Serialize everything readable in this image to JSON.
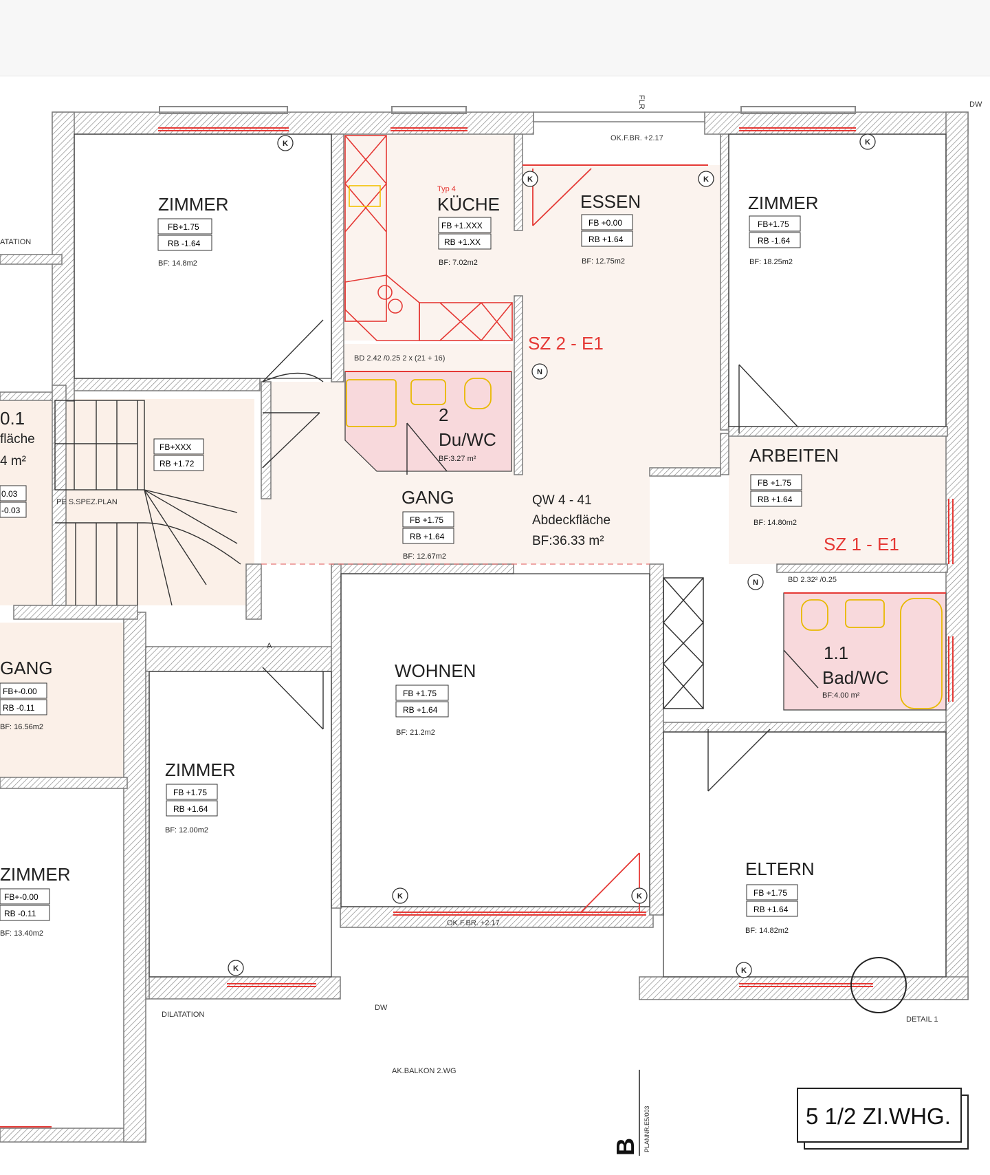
{
  "plan": {
    "title": "5 1/2 ZI.WHG.",
    "section_marker": "B",
    "section_sub": "PLANNR.E5/003",
    "notes": {
      "dw_top": "DW",
      "dw_bottom": "DW",
      "flr": "FLR",
      "dilatation_left": "ATATION",
      "dilatation_bottom": "DILATATION",
      "detail": "DETAIL 1",
      "balkon": "AK.BALKON  2.WG",
      "ok_fbr_top": "OK.F.BR. +2.17",
      "ok_fbr_bottom": "OK.F.BR. +2.17",
      "stair_plan": "PE S.SPEZ.PLAN",
      "typ": "Typ 4",
      "a_mark": "A",
      "bd_du": "BD 2.42 /0.25      2 x (21 + 16)",
      "bd_bad": "BD 2.32² /0.25",
      "n_mark": "N",
      "k_mark": "K"
    },
    "zones": {
      "sz2": "SZ 2 - E1",
      "sz1": "SZ 1 - E1",
      "qw_title": "QW 4 - 41",
      "qw_sub": "Abdeckfläche",
      "qw_bf": "BF:36.33 m²"
    },
    "rooms": {
      "zimmer_nw": {
        "name": "ZIMMER",
        "fb": "FB+1.75",
        "rb": "RB -1.64",
        "bf": "BF: 14.8m2"
      },
      "kueche": {
        "name": "KÜCHE",
        "fb": "FB +1.XXX",
        "rb": "RB +1.XX",
        "bf": "BF: 7.02m2"
      },
      "essen": {
        "name": "ESSEN",
        "fb": "FB +0.00",
        "rb": "RB +1.64",
        "bf": "BF: 12.75m2"
      },
      "zimmer_ne": {
        "name": "ZIMMER",
        "fb": "FB+1.75",
        "rb": "RB -1.64",
        "bf": "BF: 18.25m2"
      },
      "stair": {
        "name": "",
        "fb": "FB+XXX",
        "rb": "RB +1.72"
      },
      "left_partial": {
        "name": "0.1",
        "sub": "fläche",
        "area": "4 m²",
        "fb": "0.03",
        "rb": "-0.03"
      },
      "duwc": {
        "num": "2",
        "name": "Du/WC",
        "bf": "BF:3.27 m²"
      },
      "gang": {
        "name": "GANG",
        "fb": "FB +1.75",
        "rb": "RB +1.64",
        "bf": "BF: 12.67m2"
      },
      "arbeiten": {
        "name": "ARBEITEN",
        "fb": "FB +1.75",
        "rb": "RB +1.64",
        "bf": "BF: 14.80m2"
      },
      "badwc": {
        "num": "1.1",
        "name": "Bad/WC",
        "bf": "BF:4.00 m²"
      },
      "gang_left": {
        "name": "GANG",
        "fb": "FB+-0.00",
        "rb": "RB -0.11",
        "bf": "BF: 16.56m2"
      },
      "wohnen": {
        "name": "WOHNEN",
        "fb": "FB +1.75",
        "rb": "RB +1.64",
        "bf": "BF: 21.2m2"
      },
      "zimmer_sw": {
        "name": "ZIMMER",
        "fb": "FB +1.75",
        "rb": "RB +1.64",
        "bf": "BF: 12.00m2"
      },
      "zimmer_left": {
        "name": "ZIMMER",
        "fb": "FB+-0.00",
        "rb": "RB -0.11",
        "bf": "BF: 13.40m2"
      },
      "eltern": {
        "name": "ELTERN",
        "fb": "FB +1.75",
        "rb": "RB +1.64",
        "bf": "BF: 14.82m2"
      }
    },
    "colors": {
      "wall": "#9a9a9a",
      "red": "#e53935",
      "floor": "#fbf3ee",
      "wet": "#f8d9dc",
      "fixture": "#f2c100"
    }
  }
}
